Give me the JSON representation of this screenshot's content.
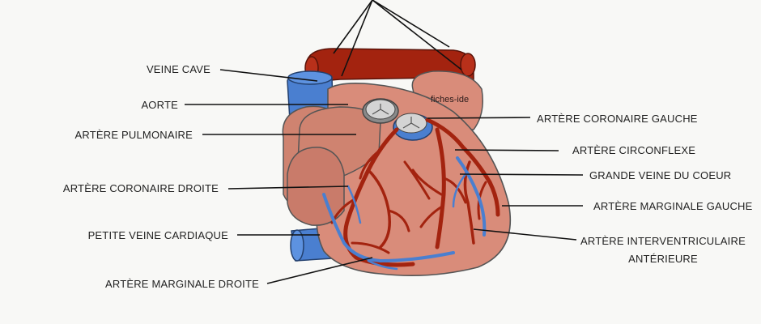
{
  "labels": {
    "veine_cave": "VEINE CAVE",
    "aorte": "AORTE",
    "artere_pulmonaire": "ARTÈRE PULMONAIRE",
    "artere_coronaire_droite": "ARTÈRE CORONAIRE DROITE",
    "petite_veine_cardiaque": "PETITE VEINE CARDIAQUE",
    "artere_marginale_droite": "ARTÈRE MARGINALE DROITE",
    "artere_coronaire_gauche": "ARTÈRE CORONAIRE GAUCHE",
    "artere_circonflexe": "ARTÈRE CIRCONFLEXE",
    "grande_veine_du_coeur": "GRANDE VEINE DU COEUR",
    "artere_marginale_gauche": "ARTÈRE MARGINALE GAUCHE",
    "artere_interventriculaire_line1": "ARTÈRE INTERVENTRICULAIRE",
    "artere_interventriculaire_line2": "ANTÉRIEURE"
  },
  "watermark": "fiches-ide",
  "colors": {
    "background": "#f8f8f6",
    "muscle": "#d98c7a",
    "muscle_dark": "#c97b6a",
    "artery": "#a3230f",
    "vein": "#4a7fd0",
    "valve": "#d4d4d4",
    "outline": "#555555",
    "leader_line": "#111111"
  }
}
